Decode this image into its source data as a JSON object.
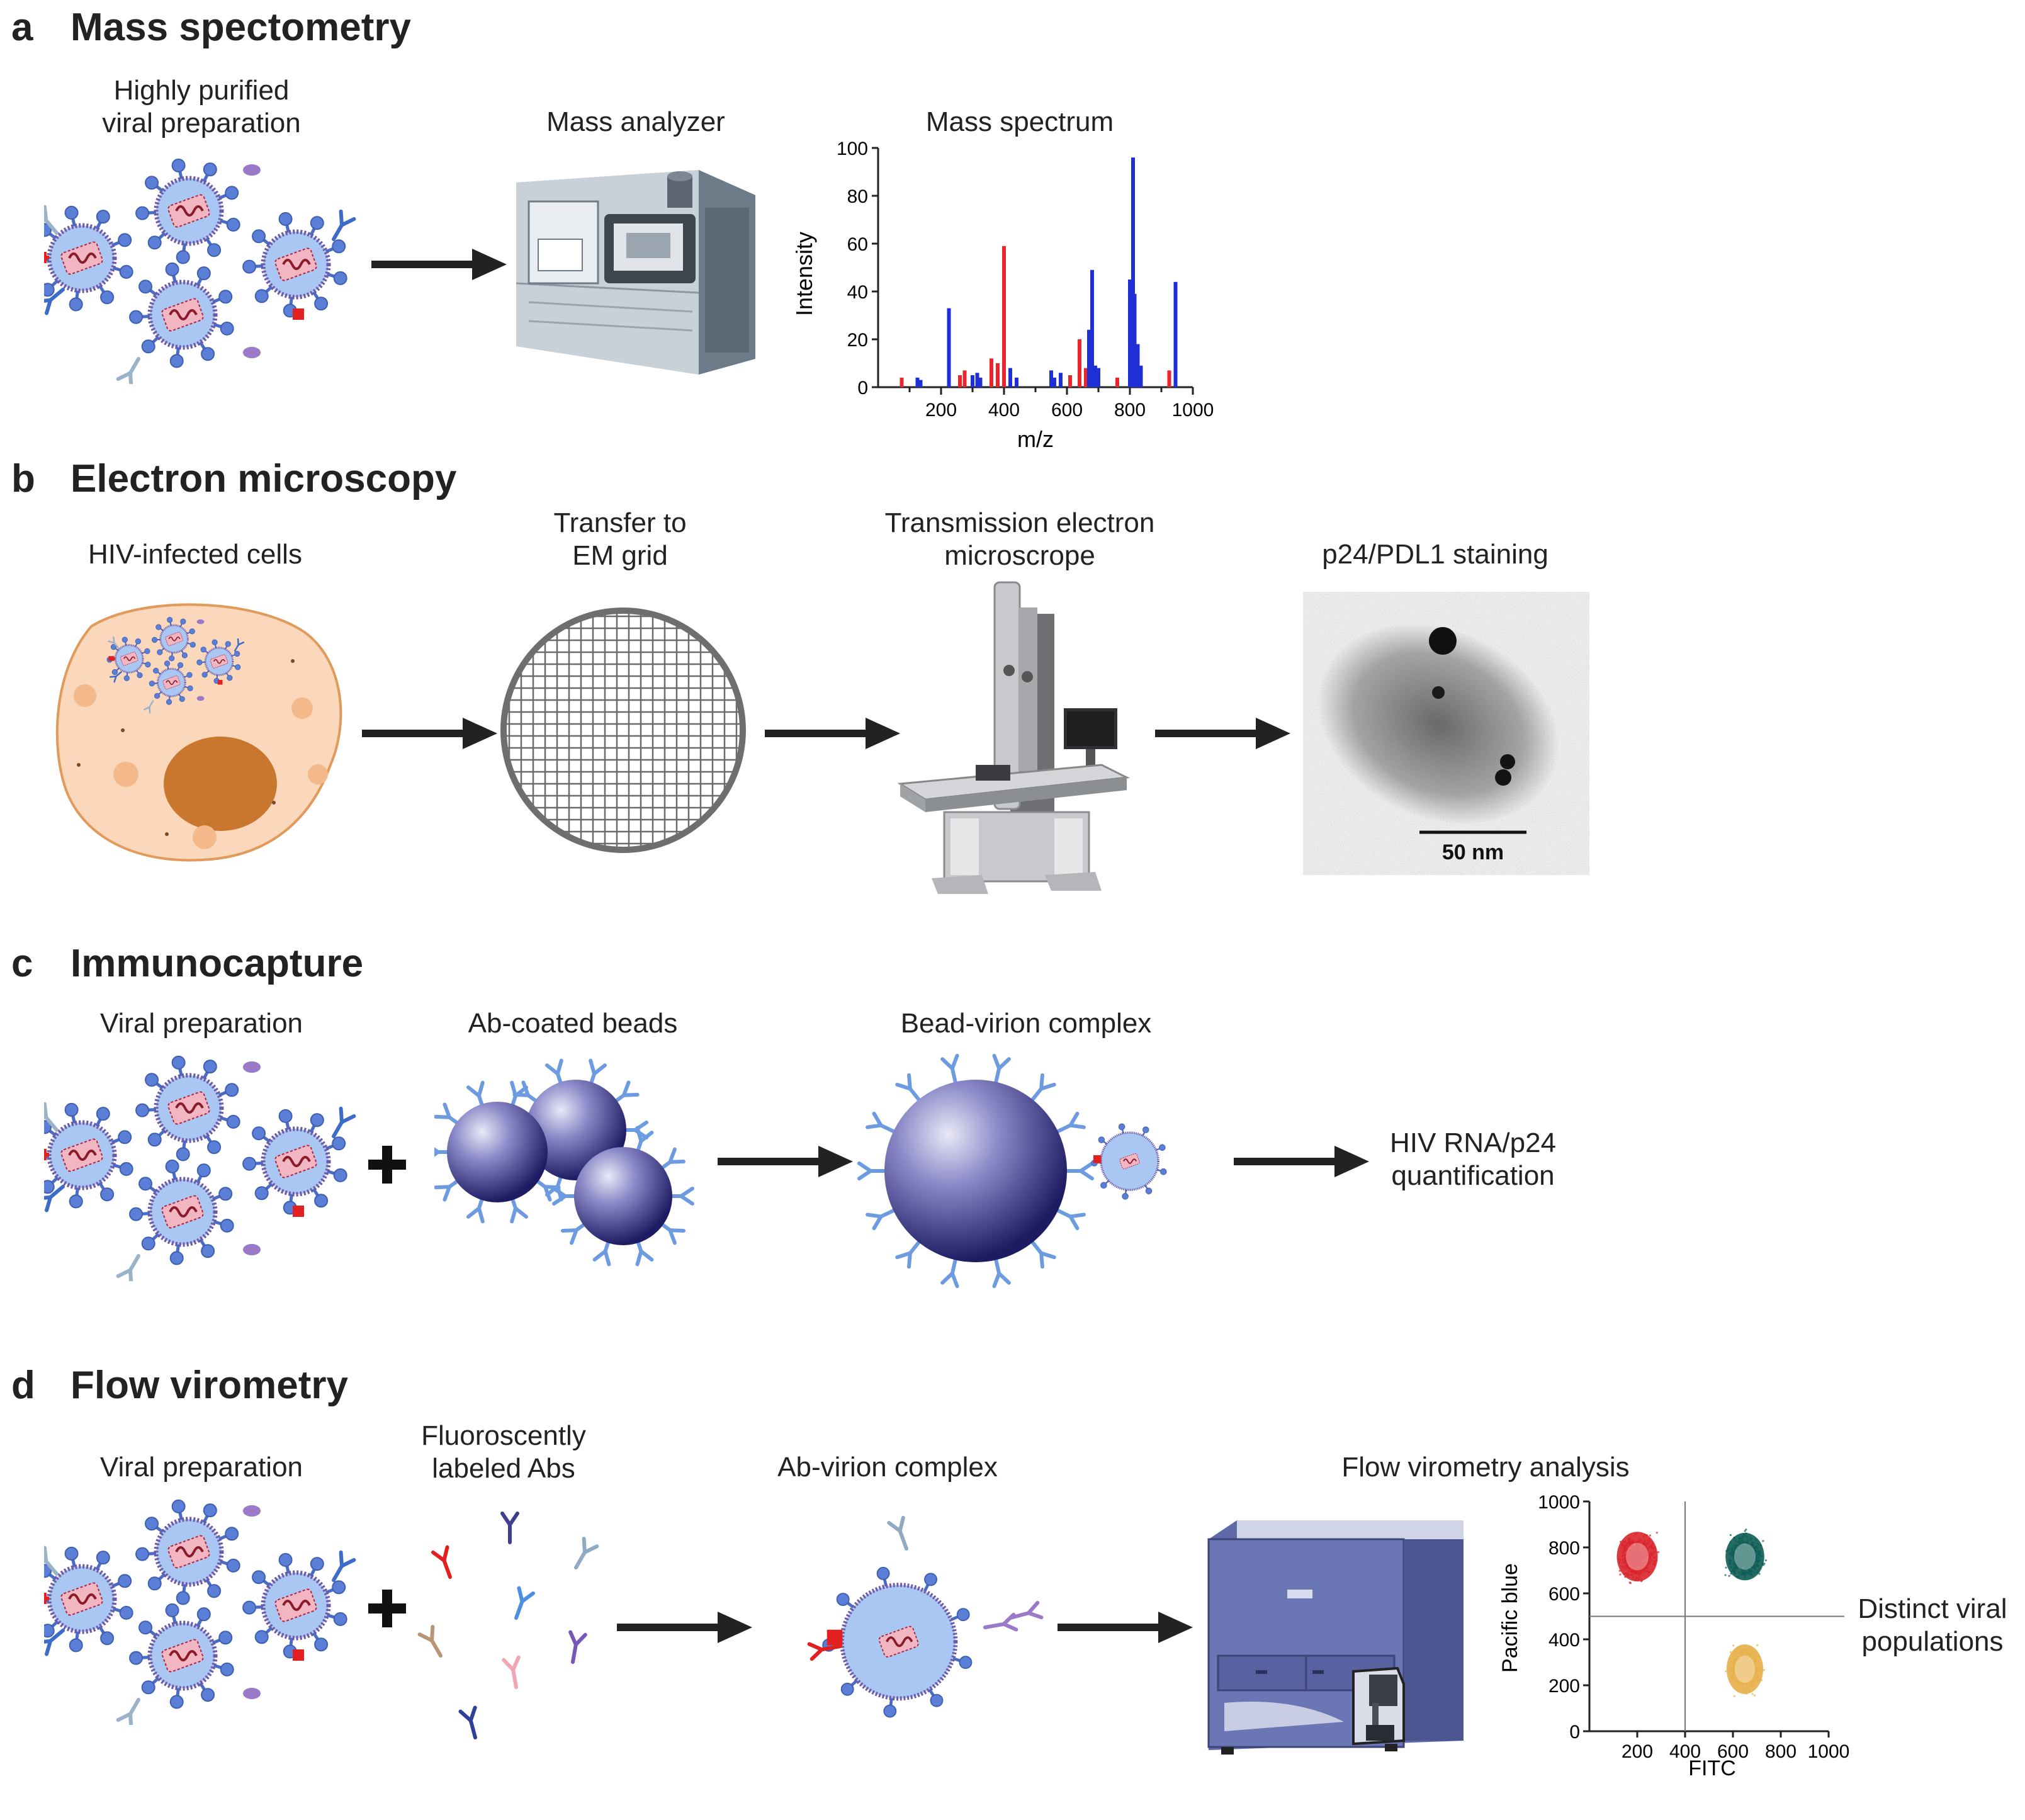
{
  "panels": {
    "a": {
      "letter": "a",
      "title": "Mass spectometry",
      "labels": {
        "prep": "Highly purified\nviral preparation",
        "analyzer": "Mass analyzer",
        "spectrum": "Mass spectrum"
      }
    },
    "b": {
      "letter": "b",
      "title": "Electron microscopy",
      "labels": {
        "cells": "HIV-infected cells",
        "grid": "Transfer to\nEM grid",
        "tem": "Transmission electron\nmicroscrope",
        "staining": "p24/PDL1 staining",
        "scalebar": "50 nm"
      }
    },
    "c": {
      "letter": "c",
      "title": "Immunocapture",
      "labels": {
        "prep": "Viral preparation",
        "beads": "Ab-coated beads",
        "complex": "Bead-virion complex",
        "result": "HIV RNA/p24\nquantification"
      }
    },
    "d": {
      "letter": "d",
      "title": "Flow virometry",
      "labels": {
        "prep": "Viral preparation",
        "abs": "Fluoroscently\nlabeled Abs",
        "complex": "Ab-virion complex",
        "analysis": "Flow virometry analysis",
        "result": "Distinct viral\npopulations"
      }
    }
  },
  "chart_data": [
    {
      "type": "bar",
      "title": "Mass spectrum",
      "xlabel": "m/z",
      "ylabel": "Intensity",
      "xlim": [
        0,
        1000
      ],
      "ylim": [
        0,
        100
      ],
      "xticks": [
        "200",
        "400",
        "600",
        "800",
        "1000"
      ],
      "yticks": [
        "0",
        "20",
        "40",
        "60",
        "80",
        "100"
      ],
      "colors": {
        "red": "#e8262c",
        "blue": "#1f2fd6"
      },
      "series": [
        {
          "color": "red",
          "x": [
            75,
            260,
            275,
            360,
            380,
            400,
            610,
            640,
            660,
            760,
            925
          ],
          "values": [
            4,
            5,
            7,
            12,
            10,
            59,
            5,
            20,
            8,
            4,
            7
          ]
        },
        {
          "color": "blue",
          "x": [
            125,
            135,
            225,
            300,
            315,
            325,
            420,
            440,
            550,
            560,
            580,
            670,
            680,
            690,
            700,
            800,
            810,
            815,
            825,
            835,
            945
          ],
          "values": [
            4,
            3,
            33,
            5,
            6,
            4,
            8,
            4,
            7,
            4,
            6,
            24,
            49,
            9,
            8,
            45,
            96,
            39,
            18,
            9,
            44
          ]
        }
      ]
    },
    {
      "type": "scatter",
      "xlabel": "FITC",
      "ylabel": "Pacific blue",
      "xlim": [
        0,
        1000
      ],
      "ylim": [
        0,
        1000
      ],
      "xticks": [
        "200",
        "400",
        "600",
        "800",
        "1000"
      ],
      "yticks": [
        "0",
        "200",
        "400",
        "600",
        "800",
        "1000"
      ],
      "gates": {
        "x": 400,
        "y": 500
      },
      "series": [
        {
          "color": "#d9242c",
          "center": [
            200,
            760
          ],
          "spread": [
            95,
            120
          ]
        },
        {
          "color": "#0d5c55",
          "center": [
            650,
            760
          ],
          "spread": [
            90,
            115
          ]
        },
        {
          "color": "#e7b04a",
          "center": [
            650,
            270
          ],
          "spread": [
            85,
            120
          ]
        }
      ]
    }
  ]
}
